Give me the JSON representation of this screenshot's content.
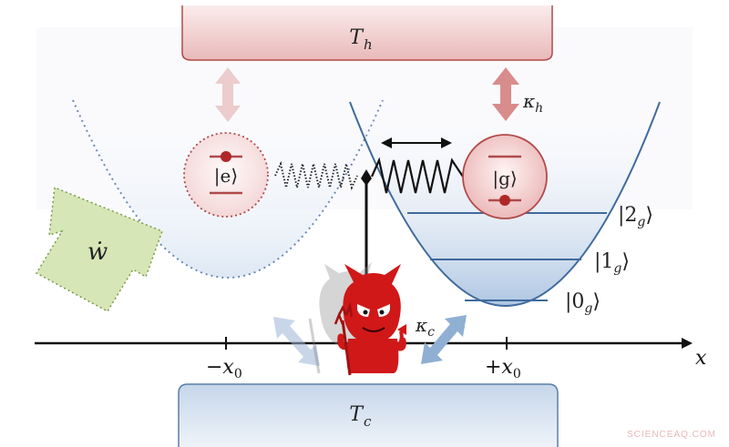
{
  "diagram": {
    "hot_bath_label": "T",
    "hot_bath_sub": "h",
    "cold_bath_label": "T",
    "cold_bath_sub": "c",
    "kappa_h": "κ",
    "kappa_h_sub": "h",
    "kappa_c": "κ",
    "kappa_c_sub": "c",
    "work_label": "ẇ",
    "excited_state": "|e⟩",
    "ground_state": "|g⟩",
    "levels": [
      "|2",
      "|1",
      "|0"
    ],
    "level_sub": "g",
    "level_close": "⟩",
    "axis_label": "x",
    "tick_minus": "−x",
    "tick_plus": "+x",
    "tick_sub": "0",
    "watermark": "SCIENCEAQ.COM"
  },
  "colors": {
    "hot": "#f2d4d4",
    "hot_border": "#b04a4a",
    "cold": "#c9d9ea",
    "cold_border": "#5a7fa8",
    "demon": "#d01818",
    "work_arrow": "#c8dca0"
  }
}
